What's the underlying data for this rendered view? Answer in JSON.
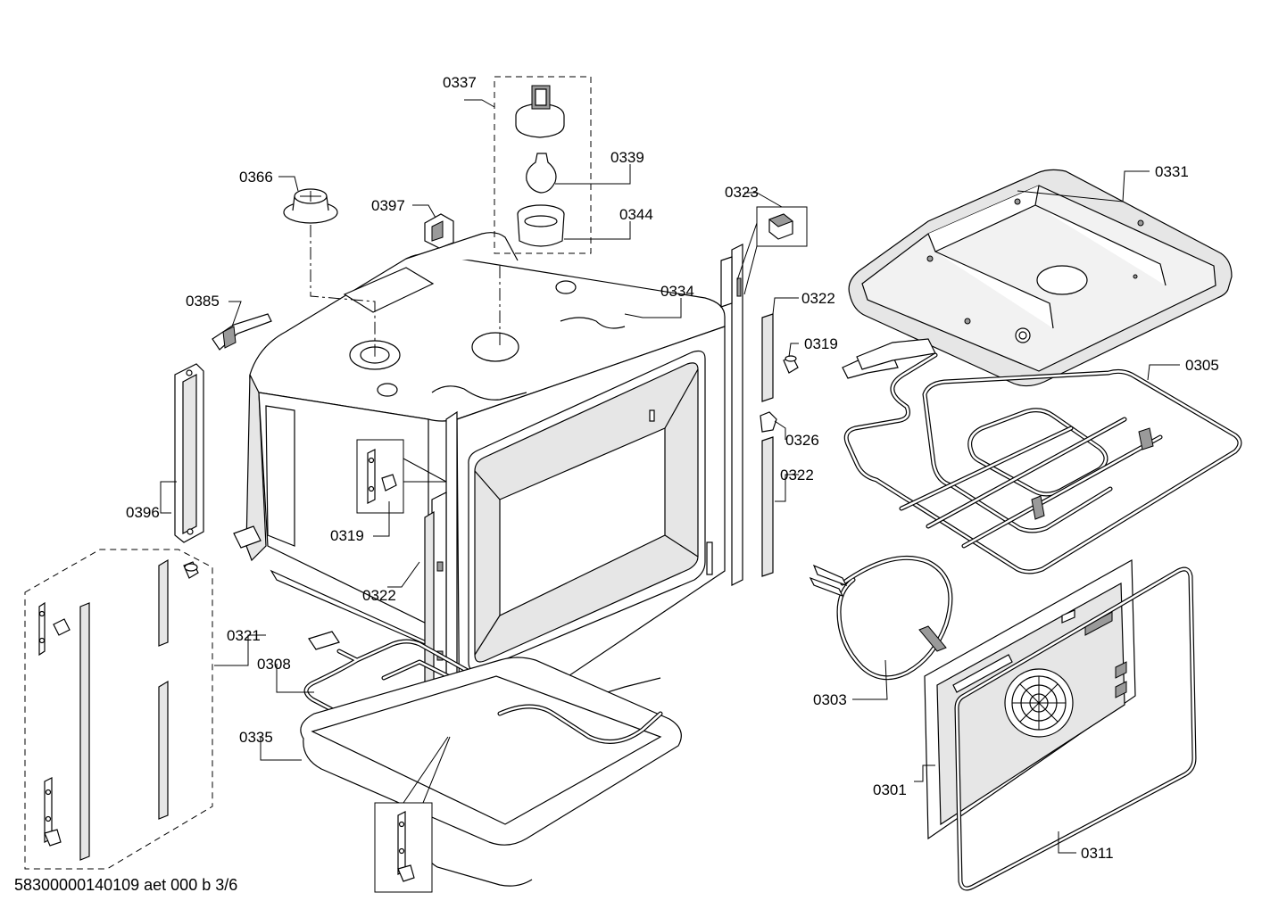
{
  "labels": {
    "p0337": "0337",
    "p0339": "0339",
    "p0344": "0344",
    "p0366": "0366",
    "p0397": "0397",
    "p0385": "0385",
    "p0396": "0396",
    "p0319a": "0319",
    "p0319b": "0319",
    "p0322a": "0322",
    "p0322b": "0322",
    "p0322c": "0322",
    "p0323": "0323",
    "p0326": "0326",
    "p0334": "0334",
    "p0331": "0331",
    "p0305": "0305",
    "p0303": "0303",
    "p0301": "0301",
    "p0311": "0311",
    "p0321": "0321",
    "p0308": "0308",
    "p0335": "0335"
  },
  "footer": "58300000140109 aet 000 b 3/6"
}
